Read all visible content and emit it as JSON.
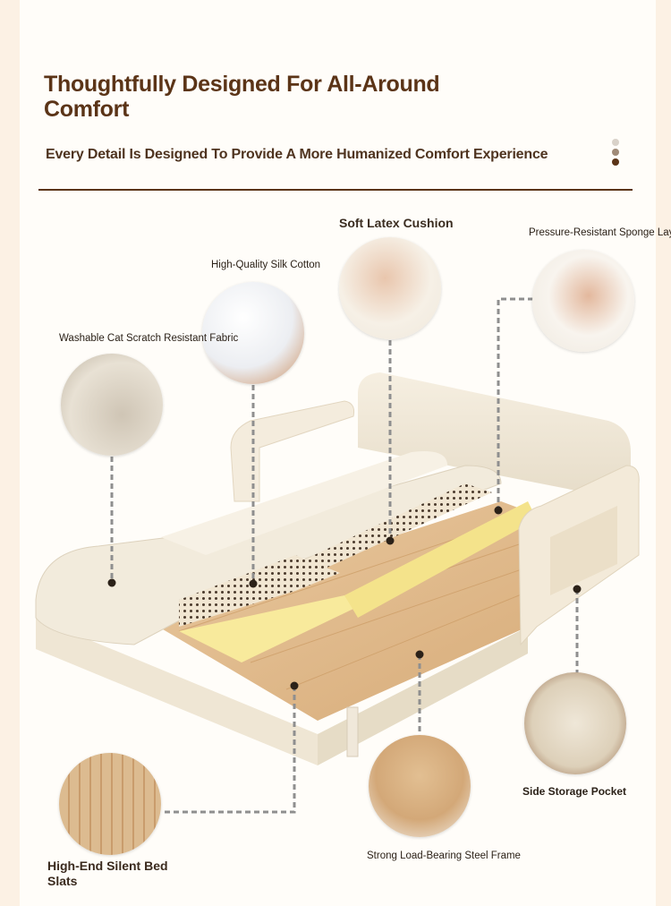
{
  "header": {
    "title": "Thoughtfully Designed For All-Around Comfort",
    "subtitle": "Every Detail Is Designed To Provide A More Humanized Comfort Experience",
    "dot_colors": [
      "#d9d2c9",
      "#a08b78",
      "#5b3417"
    ]
  },
  "features": [
    {
      "label": "Washable Cat Scratch Resistant Fabric"
    },
    {
      "label": "High-Quality Silk Cotton"
    },
    {
      "label": "Soft Latex Cushion"
    },
    {
      "label": "Pressure-Resistant Sponge Layer"
    },
    {
      "label": "Side Storage Pocket"
    },
    {
      "label": "Strong Load-Bearing Steel Frame"
    },
    {
      "label": "High-End Silent Bed Slats"
    }
  ],
  "colors": {
    "accent": "#5b3417",
    "leader": "#8f8f8f",
    "background": "#fcf1e4"
  }
}
